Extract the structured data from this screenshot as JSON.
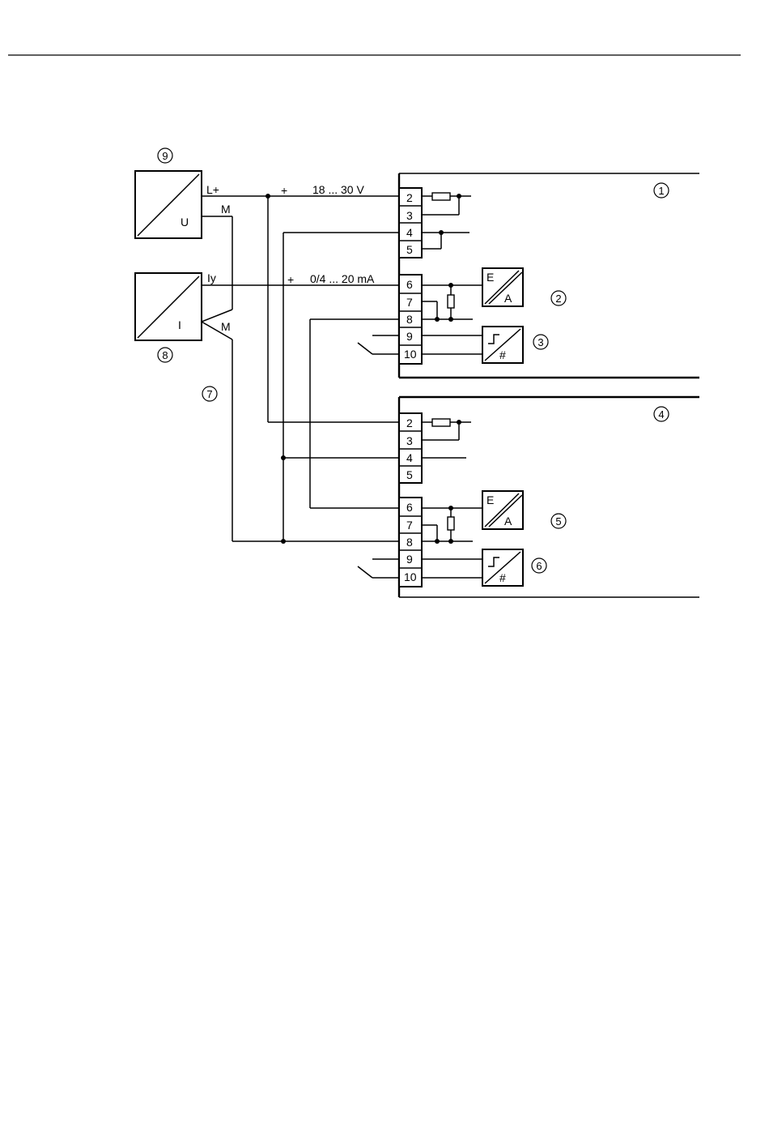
{
  "wire_labels": {
    "supply_plus": "+",
    "supply_voltage": "18 ... 30 V",
    "signal_plus": "+",
    "signal_range": "0/4 ... 20 mA"
  },
  "power_supply": {
    "out_pos": "L+",
    "out_neg": "M",
    "symbol": "U",
    "callout": "9"
  },
  "current_source": {
    "out_sig": "Iy",
    "out_neg": "M",
    "symbol": "I",
    "callout": "8"
  },
  "cable_callout": "7",
  "device_top": {
    "callout": "1",
    "terminals_supply": [
      "2",
      "3",
      "4",
      "5"
    ],
    "terminals_io": [
      "6",
      "7",
      "8",
      "9",
      "10"
    ],
    "analog_input": {
      "top": "E",
      "bottom": "A",
      "callout": "2"
    },
    "binary_input": {
      "symbol": "#",
      "callout": "3"
    }
  },
  "device_bottom": {
    "callout": "4",
    "terminals_supply": [
      "2",
      "3",
      "4",
      "5"
    ],
    "terminals_io": [
      "6",
      "7",
      "8",
      "9",
      "10"
    ],
    "analog_input": {
      "top": "E",
      "bottom": "A",
      "callout": "5"
    },
    "binary_input": {
      "symbol": "#",
      "callout": "6"
    }
  }
}
